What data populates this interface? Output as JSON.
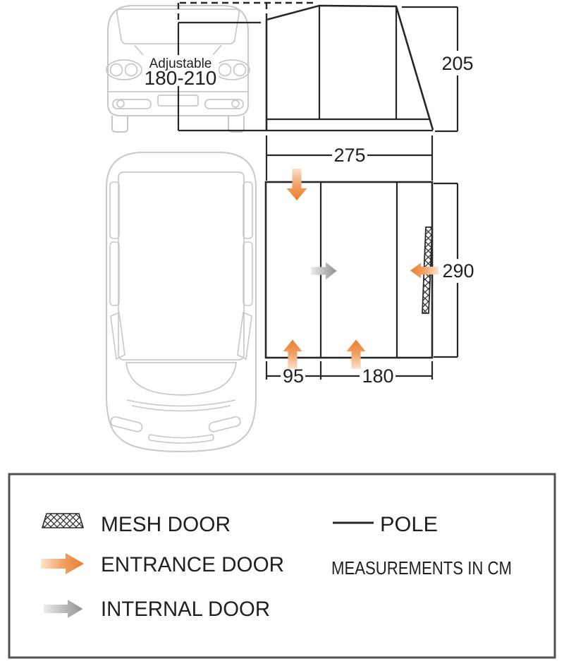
{
  "side_view": {
    "connection": {
      "line1": "Adjustable",
      "line2": "180-210"
    },
    "awning_height_cm": "205"
  },
  "floorplan": {
    "width_cm": "275",
    "depth_cm": "290",
    "front_left_cm": "95",
    "front_middle_cm": "180"
  },
  "legend": {
    "items": [
      {
        "icon": "mesh-swatch-icon",
        "label": "MESH DOOR"
      },
      {
        "icon": "entrance-arrow-icon",
        "label": "ENTRANCE DOOR"
      },
      {
        "icon": "internal-arrow-icon",
        "label": "INTERNAL DOOR"
      },
      {
        "icon": "pole-line-icon",
        "label": "POLE"
      }
    ],
    "note": "MEASUREMENTS IN CM"
  },
  "colors": {
    "line": "#262626",
    "van_outline": "#c8c8c8",
    "entrance_orange": "#ea7c2f",
    "internal_grey": "#929292",
    "mesh_line": "#2b2b2b",
    "legend_border": "#515151"
  }
}
